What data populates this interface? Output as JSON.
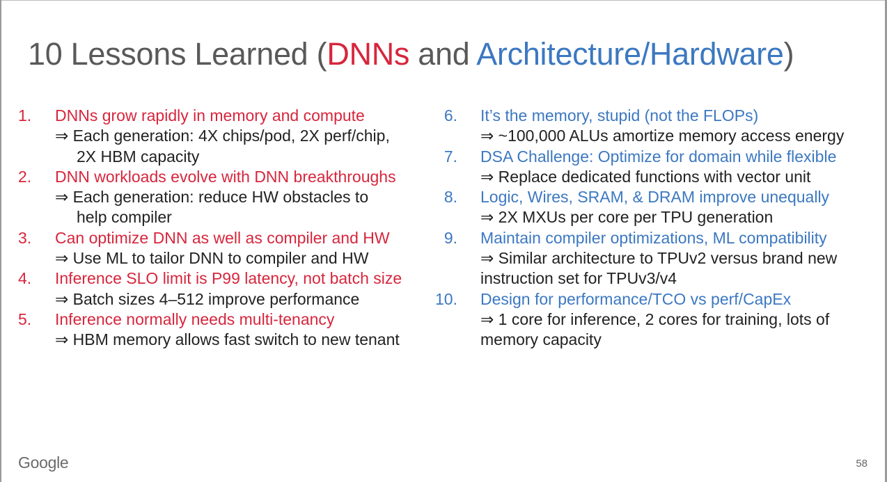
{
  "title": {
    "part1": "10 Lessons Learned (",
    "red": "DNNs",
    "part2": " and ",
    "blue": "Architecture/Hardware",
    "part3": ")"
  },
  "lessons_left": [
    {
      "num": "1.",
      "head": "DNNs grow rapidly in memory and compute",
      "sub1": "⇒ Each generation: 4X chips/pod, 2X perf/chip,",
      "sub2": "2X HBM capacity"
    },
    {
      "num": "2.",
      "head": "DNN workloads evolve with DNN breakthroughs",
      "sub1": "⇒ Each generation: reduce HW obstacles to",
      "sub2": "help compiler"
    },
    {
      "num": "3.",
      "head": "Can optimize DNN as well as compiler and HW",
      "sub1": "⇒ Use ML to tailor DNN to compiler and HW"
    },
    {
      "num": "4.",
      "head": "Inference SLO limit is P99 latency, not batch size",
      "sub1": "⇒ Batch sizes 4–512 improve performance"
    },
    {
      "num": "5.",
      "head": "Inference normally needs multi-tenancy",
      "sub1": "⇒ HBM memory allows fast  switch to new tenant"
    }
  ],
  "lessons_right": [
    {
      "num": "6.",
      "head": "It’s the memory, stupid (not the FLOPs)",
      "sub1": "⇒ ~100,000 ALUs amortize memory access energy"
    },
    {
      "num": "7.",
      "head": "DSA Challenge: Optimize for domain while flexible",
      "sub1": "⇒ Replace dedicated functions with vector unit"
    },
    {
      "num": "8.",
      "head": "Logic, Wires, SRAM, & DRAM improve unequally",
      "sub1": "⇒ 2X MXUs per core per TPU generation"
    },
    {
      "num": "9.",
      "head": "Maintain compiler optimizations, ML compatibility",
      "sub1": "⇒ Similar architecture to TPUv2 versus brand new",
      "sub2": "instruction set for TPUv3/v4"
    },
    {
      "num": "10.",
      "head": "Design for performance/TCO vs perf/CapEx",
      "sub1": "⇒ 1 core for inference, 2 cores for training, lots of",
      "sub2": "memory capacity"
    }
  ],
  "footer": {
    "logo": "Google",
    "page_number": "58"
  },
  "colors": {
    "red": "#d7263d",
    "blue": "#3c78c1",
    "title_gray": "#595959",
    "body_text": "#222222"
  }
}
